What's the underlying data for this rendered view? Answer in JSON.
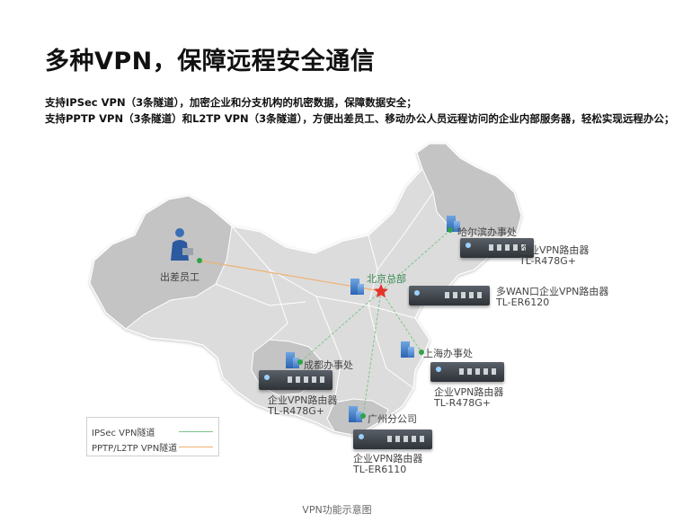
{
  "title": "多种VPN，保障远程安全通信",
  "description": [
    "支持IPSec VPN（3条隧道），加密企业和分支机构的机密数据，保障数据安全；",
    "支持PPTP VPN（3条隧道）和L2TP VPN（3条隧道），方便出差员工、移动办公人员远程访问的企业内部服务器，轻松实现远程办公；"
  ],
  "nodes": {
    "traveler": "出差员工",
    "beijing": "北京总部",
    "harbin": "哈尔滨办事处",
    "shanghai": "上海办事处",
    "chengdu": "成都办事处",
    "guangzhou": "广州分公司"
  },
  "routers": {
    "harbin": {
      "name": "企业VPN路由器",
      "model": "TL-R478G+"
    },
    "beijing": {
      "name": "多WAN口企业VPN路由器",
      "model": "TL-ER6120"
    },
    "shanghai": {
      "name": "企业VPN路由器",
      "model": "TL-R478G+"
    },
    "chengdu": {
      "name": "企业VPN路由器",
      "model": "TL-R478G+"
    },
    "guangzhou": {
      "name": "企业VPN路由器",
      "model": "TL-ER6110"
    }
  },
  "legend": {
    "ipsec": "IPSec VPN隧道",
    "pptp": "PPTP/L2TP VPN隧道",
    "ipsec_color": "#7ec58a",
    "pptp_color": "#f0b070"
  },
  "caption": "VPN功能示意图"
}
